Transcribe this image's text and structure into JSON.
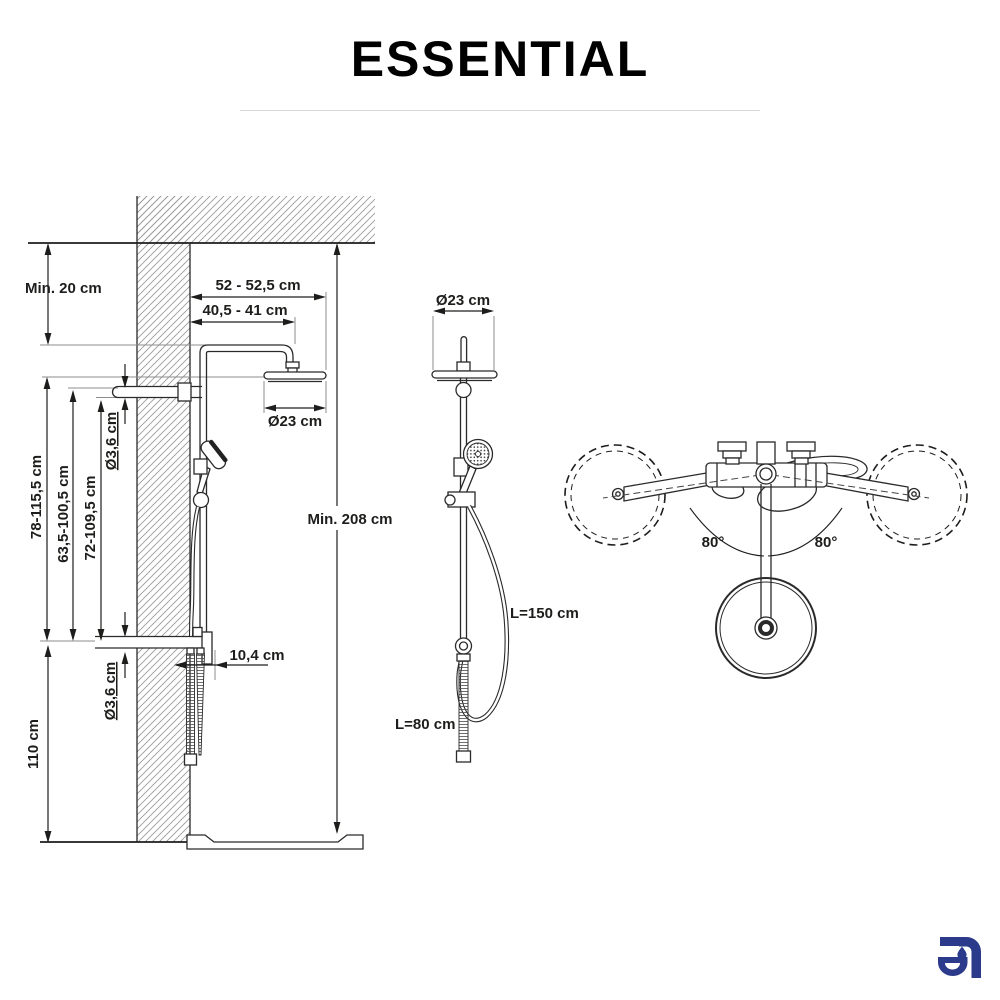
{
  "title": "ESSENTIAL",
  "colors": {
    "ink": "#1d1d1b",
    "muted_line": "#8c8c8c",
    "hatch": "#9b9b9b",
    "logo_blue": "#2b3a8a"
  },
  "side_view": {
    "min_ceiling_distance": "Min. 20 cm",
    "arm_projection_total": "52 - 52,5 cm",
    "arm_projection_inner": "40,5 - 41 cm",
    "head_diameter": "Ø23 cm",
    "riser_pipe_diameter": "Ø3,6 cm",
    "head_height_range": "78-115,5 cm",
    "handset_height_range": "63,5-100,5 cm",
    "pipe_height_range": "72-109,5 cm",
    "min_installation_height": "Min. 208 cm",
    "mixer_projection": "10,4 cm",
    "hose_diameter": "Ø3,6 cm",
    "mixer_height": "110 cm"
  },
  "front_view": {
    "head_diameter": "Ø23 cm",
    "hand_shower_hose_length": "L=150 cm",
    "lower_hose_length": "L=80 cm"
  },
  "top_view": {
    "swivel_angle_left": "80°",
    "swivel_angle_right": "80°"
  }
}
